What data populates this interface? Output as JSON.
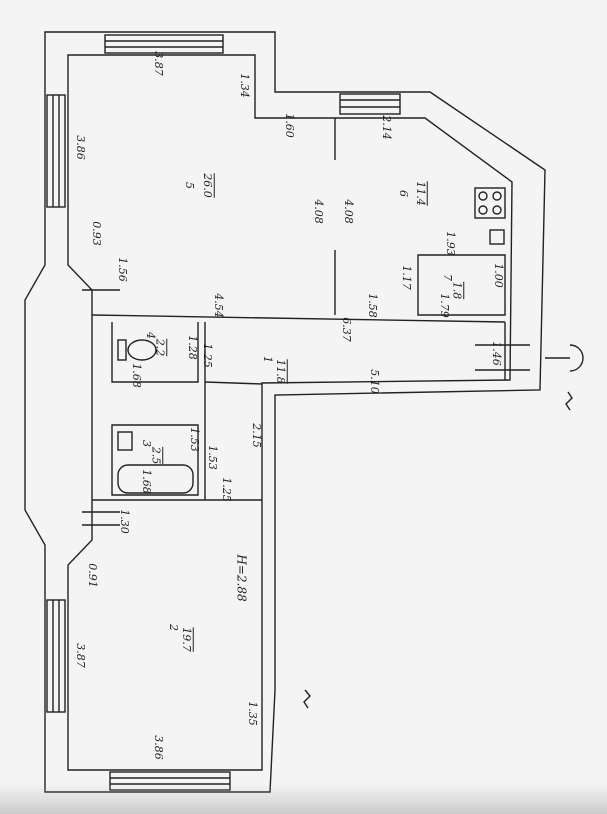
{
  "plan": {
    "ceiling_height": "H=2.88",
    "rooms": [
      {
        "number": "1",
        "area": "11.8"
      },
      {
        "number": "2",
        "area": "19.7"
      },
      {
        "number": "3",
        "area": "2.5"
      },
      {
        "number": "4",
        "area": "2.2"
      },
      {
        "number": "5",
        "area": "26.0"
      },
      {
        "number": "6",
        "area": "11.4"
      },
      {
        "number": "7",
        "area": "1.8"
      }
    ],
    "dimensions": [
      "3.87",
      "1.34",
      "1.60",
      "3.86",
      "0.93",
      "1.56",
      "4.08",
      "4.08",
      "2.14",
      "1.93",
      "1.17",
      "1.00",
      "1.58",
      "1.79",
      "4.54",
      "6.37",
      "1.28",
      "1.25",
      "1.68",
      "1.46",
      "5.10",
      "1.53",
      "1.53",
      "2.15",
      "1.68",
      "1.25",
      "1.30",
      "0.91",
      "3.87",
      "1.35",
      "3.86"
    ]
  },
  "colors": {
    "paper": "#f3f4f3",
    "ink": "#222222"
  }
}
